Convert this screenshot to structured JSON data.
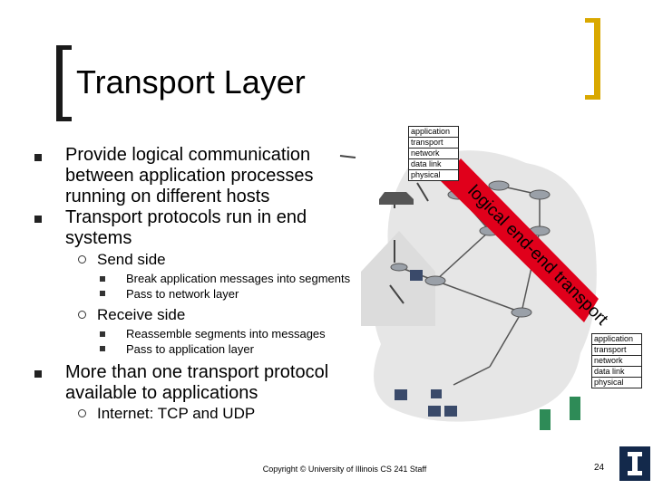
{
  "title": "Transport Layer",
  "bullets": [
    {
      "text_lines": [
        "Provide logical communication",
        "between application processes",
        "running on different hosts"
      ]
    },
    {
      "text_lines": [
        "Transport protocols run in end",
        "systems"
      ]
    }
  ],
  "send_side": {
    "label": "Send side",
    "items": [
      "Break application messages into segments",
      "Pass to  network layer"
    ]
  },
  "receive_side": {
    "label": "Receive side",
    "items": [
      "Reassemble segments into messages",
      "Pass to application layer"
    ]
  },
  "more_protocols": {
    "text_lines": [
      "More than one transport protocol",
      "available to applications"
    ],
    "sub": "Internet: TCP and UDP"
  },
  "diagram": {
    "top_stack": [
      "application",
      "transport",
      "network",
      "data link",
      "physical"
    ],
    "bottom_stack": [
      "application",
      "transport",
      "network",
      "data link",
      "physical"
    ],
    "arrow_label": "logical end-end transport"
  },
  "footer": "Copyright © University of Illinois CS 241 Staff",
  "page_number": "24",
  "colors": {
    "arrow": "#e0001b",
    "cloud": "#e6e6e6",
    "accent": "#d9a800"
  }
}
